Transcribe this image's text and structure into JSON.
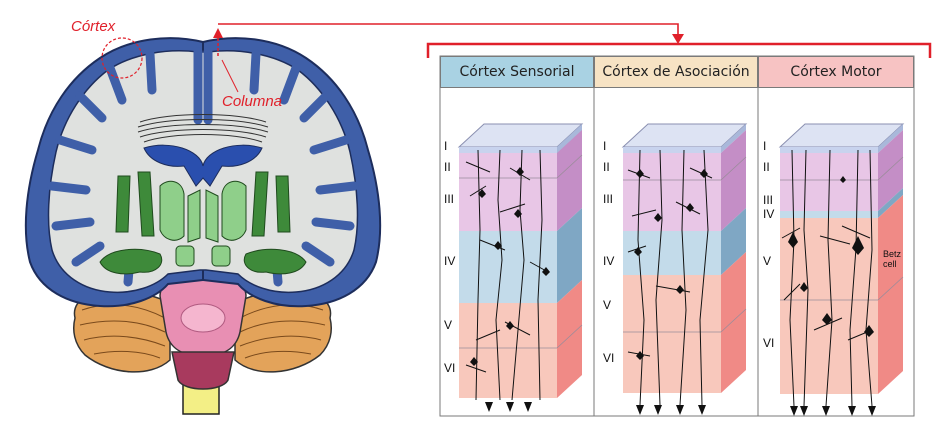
{
  "brain_labels": {
    "cortex": "Córtex",
    "column": "Columna"
  },
  "panels": [
    {
      "title": "Córtex Sensorial",
      "header_color": "#a9d2e3",
      "layers": [
        "I",
        "II",
        "III",
        "IV",
        "V",
        "VI"
      ]
    },
    {
      "title": "Córtex de Asociación",
      "header_color": "#f7e3c4",
      "layers": [
        "I",
        "II",
        "III",
        "IV",
        "V",
        "VI"
      ]
    },
    {
      "title": "Córtex Motor",
      "header_color": "#f7c3c3",
      "layers": [
        "I",
        "II",
        "III",
        "IV",
        "V",
        "VI"
      ],
      "annotation_line1": "Betz",
      "annotation_line2": "cell"
    }
  ],
  "colors": {
    "accent_red": "#e0202a",
    "layer_I": "#c8d3ee",
    "layer_II_III": "#e8c6e6",
    "layer_IV": "#c3dbea",
    "layer_V_VI": "#f8c8bc",
    "gray_matter": "#3f5fa8",
    "white_matter": "#dfe1df",
    "nuclei": "#3e8a3a",
    "brainstem": "#e88fb3",
    "cerebellum": "#e3a35a"
  }
}
